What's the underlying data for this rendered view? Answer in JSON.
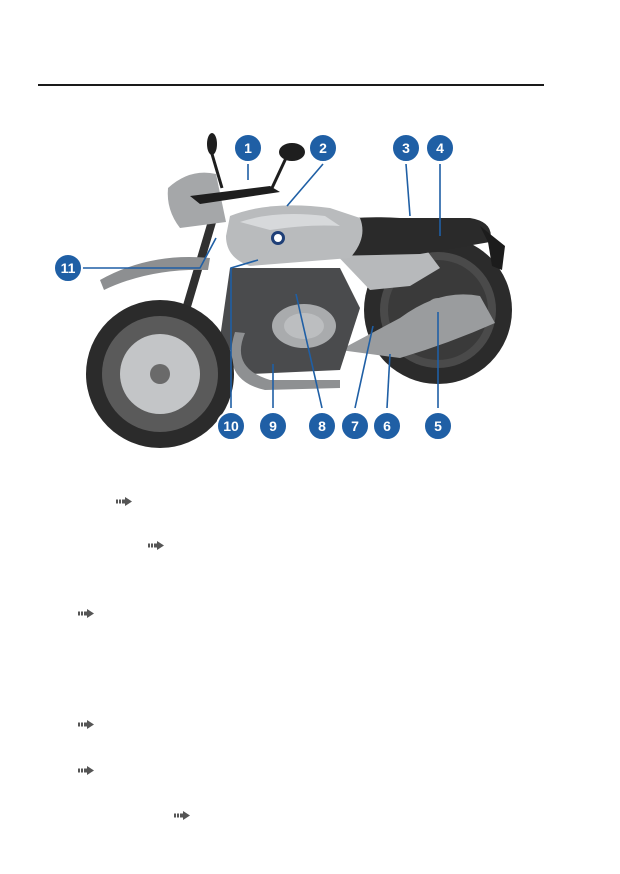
{
  "figure": {
    "callouts": [
      "1",
      "2",
      "3",
      "4",
      "5",
      "6",
      "7",
      "8",
      "9",
      "10",
      "11"
    ]
  },
  "colors": {
    "callout_fill": "#1f5fa5",
    "callout_stroke": "#ffffff",
    "rule": "#1a1a1a",
    "arrow": "#555555"
  },
  "reference_arrows": [
    {
      "icon": "see-page-arrow-icon"
    },
    {
      "icon": "see-page-arrow-icon"
    },
    {
      "icon": "see-page-arrow-icon"
    },
    {
      "icon": "see-page-arrow-icon"
    },
    {
      "icon": "see-page-arrow-icon"
    },
    {
      "icon": "see-page-arrow-icon"
    }
  ]
}
